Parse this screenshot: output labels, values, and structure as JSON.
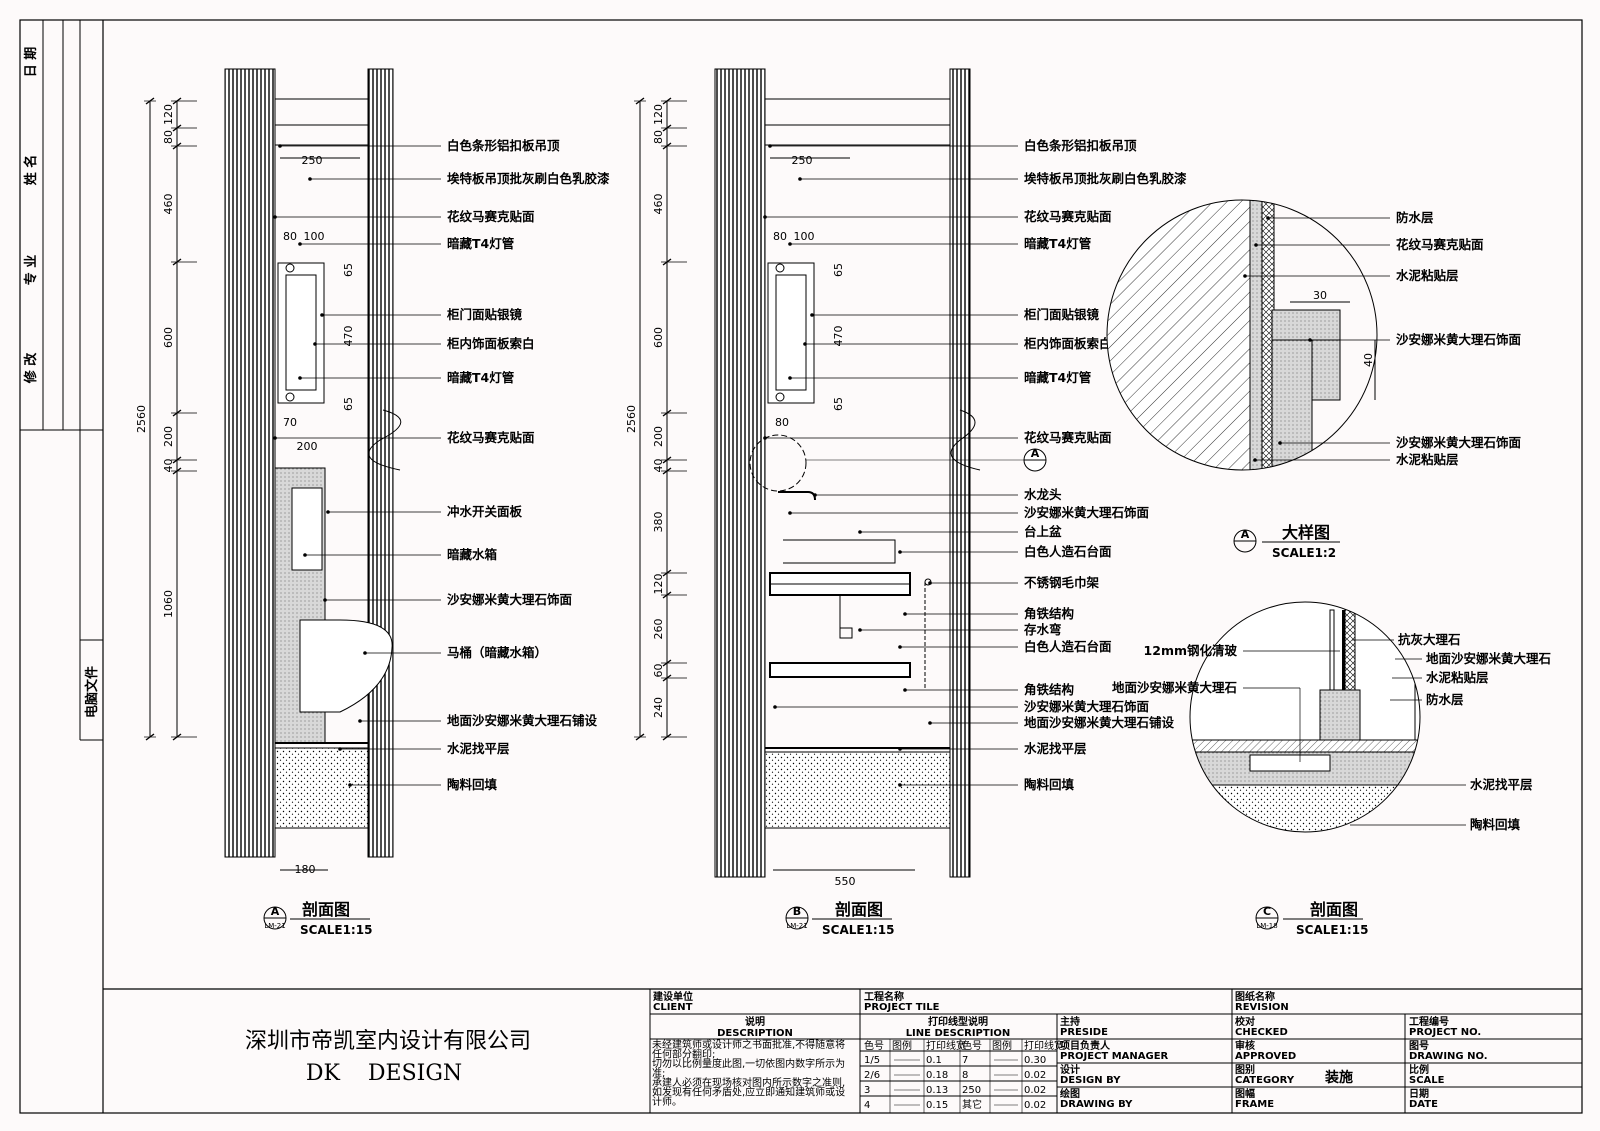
{
  "side_panel": {
    "revision_labels": [
      "修 改",
      "专 业",
      "姓 名",
      "日 期"
    ],
    "computer_file": "电脑文件"
  },
  "section_a": {
    "labels": [
      "白色条形铝扣板吊顶",
      "埃特板吊顶批灰刷白色乳胶漆",
      "花纹马赛克贴面",
      "暗藏T4灯管",
      "柜门面贴银镜",
      "柜内饰面板索白",
      "暗藏T4灯管",
      "花纹马赛克贴面",
      "冲水开关面板",
      "暗藏水箱",
      "沙安娜米黄大理石饰面",
      "马桶（暗藏水箱）",
      "地面沙安娜米黄大理石铺设",
      "水泥找平层",
      "陶料回填"
    ],
    "vdims": [
      "120",
      "80",
      "460",
      "600",
      "200",
      "40",
      "1060"
    ],
    "total": "2560",
    "inner_dims": [
      "250",
      "80",
      "100",
      "65",
      "470",
      "65",
      "70",
      "200"
    ],
    "bottom_dim": "180",
    "title": "剖面图",
    "ref": "A",
    "sheet": "LM-21",
    "scale": "SCALE1:15"
  },
  "section_b": {
    "labels": [
      "白色条形铝扣板吊顶",
      "埃特板吊顶批灰刷白色乳胶漆",
      "花纹马赛克贴面",
      "暗藏T4灯管",
      "柜门面贴银镜",
      "柜内饰面板索白",
      "暗藏T4灯管",
      "花纹马赛克贴面",
      "水龙头",
      "沙安娜米黄大理石饰面",
      "台上盆",
      "白色人造石台面",
      "不锈钢毛巾架",
      "角铁结构",
      "存水弯",
      "白色人造石台面",
      "角铁结构",
      "沙安娜米黄大理石饰面",
      "地面沙安娜米黄大理石铺设",
      "水泥找平层",
      "陶料回填"
    ],
    "vdims": [
      "120",
      "80",
      "460",
      "600",
      "200",
      "40",
      "380",
      "120",
      "260",
      "60",
      "240"
    ],
    "total": "2560",
    "inner_dims": [
      "250",
      "80",
      "100",
      "65",
      "470",
      "65",
      "80"
    ],
    "bottom_dim": "550",
    "detail_ref": "A",
    "title": "剖面图",
    "ref": "B",
    "sheet": "LM-21",
    "scale": "SCALE1:15"
  },
  "detail_a": {
    "labels": [
      "防水层",
      "花纹马赛克贴面",
      "水泥粘贴层",
      "沙安娜米黄大理石饰面",
      "沙安娜米黄大理石饰面",
      "水泥粘贴层"
    ],
    "dims": [
      "30",
      "40"
    ],
    "title": "大样图",
    "ref": "A",
    "scale": "SCALE1:2"
  },
  "section_c": {
    "labels_left": [
      "12mm钢化清玻",
      "地面沙安娜米黄大理石"
    ],
    "labels_right": [
      "抗灰大理石",
      "地面沙安娜米黄大理石",
      "水泥粘贴层",
      "防水层",
      "水泥找平层",
      "陶料回填"
    ],
    "title": "剖面图",
    "ref": "C",
    "sheet": "LM-18",
    "scale": "SCALE1:15"
  },
  "title_block": {
    "company_cn": "深圳市帝凯室内设计有限公司",
    "company_en": "DK    DESIGN",
    "client_cn": "建设单位",
    "client_en": "CLIENT",
    "desc_cn": "说明",
    "desc_en": "DESCRIPTION",
    "notes": [
      "未经建筑师或设计师之书面批准,不得随意将",
      "任何部分翻印;",
      "切勿以比例量度此图,一切依图内数字所示为",
      "准;",
      "承建人必须在现场核对图内所示数字之准则,",
      "如发现有任何矛盾处,应立即通知建筑师或设",
      "计师。"
    ],
    "project_cn": "工程名称",
    "project_en": "PROJECT TILE",
    "line_cn": "打印线型说明",
    "line_en": "LINE DESCRIPTION",
    "line_headers": [
      "色号",
      "图例",
      "打印线宽",
      "色号",
      "图例",
      "打印线宽"
    ],
    "line_rows": [
      [
        "1/5",
        "0.1",
        "7",
        "0.30"
      ],
      [
        "2/6",
        "0.18",
        "8",
        "0.02"
      ],
      [
        "3",
        "0.13",
        "250",
        "0.02"
      ],
      [
        "4",
        "0.15",
        "其它",
        "0.02"
      ]
    ],
    "preside_cn": "主持",
    "preside_en": "PRESIDE",
    "pm_cn": "项目负责人",
    "pm_en": "PROJECT MANAGER",
    "design_cn": "设计",
    "design_en": "DESIGN BY",
    "draw_cn": "绘图",
    "draw_en": "DRAWING BY",
    "rev_cn": "图纸名称",
    "rev_en": "REVISION",
    "chk_cn": "校对",
    "chk_en": "CHECKED",
    "app_cn": "审核",
    "app_en": "APPROVED",
    "cat_cn": "图别",
    "cat_en": "CATEGORY",
    "cat_val": "装施",
    "frame_cn": "图幅",
    "frame_en": "FRAME",
    "pno_cn": "工程编号",
    "pno_en": "PROJECT NO.",
    "dno_cn": "图号",
    "dno_en": "DRAWING NO.",
    "scale_cn": "比例",
    "scale_en": "SCALE",
    "date_cn": "日期",
    "date_en": "DATE"
  }
}
